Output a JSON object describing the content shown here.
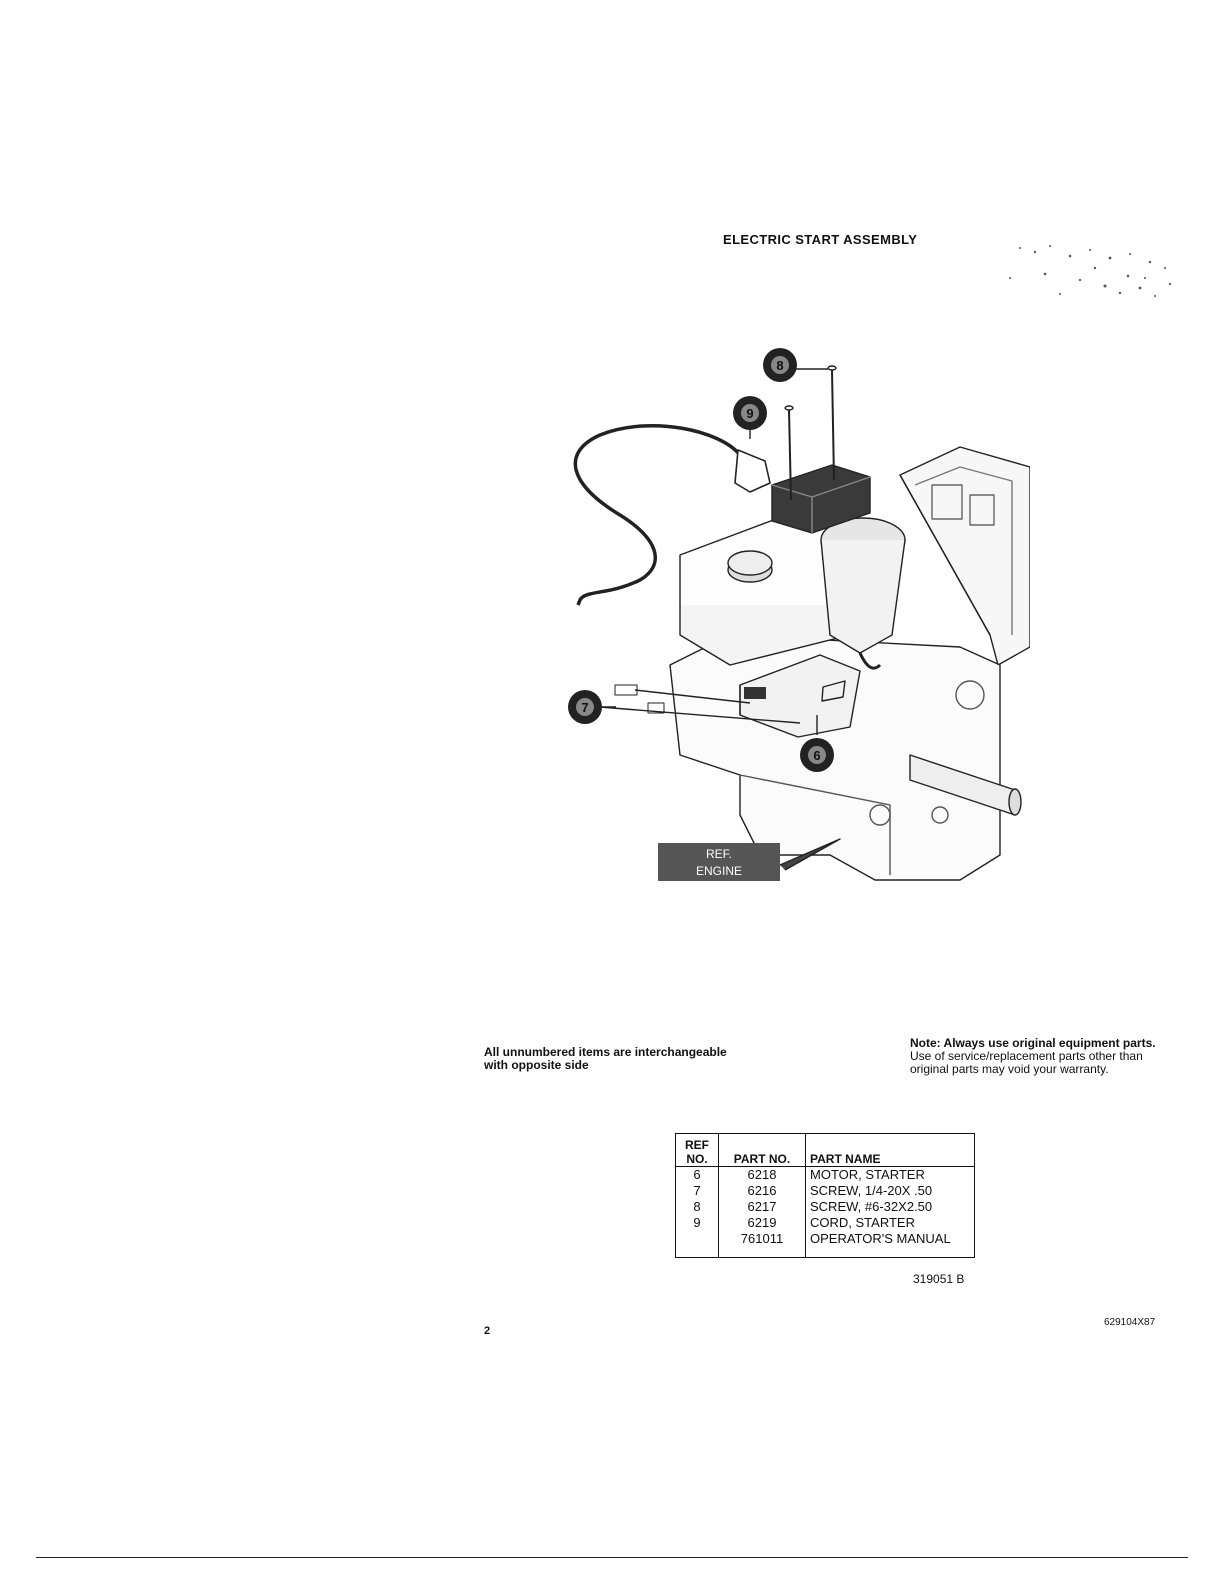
{
  "page": {
    "title": "ELECTRIC START ASSEMBLY",
    "page_number": "2",
    "catalog_number": "629104X87",
    "drawing_number": "319051 B"
  },
  "diagram": {
    "callouts": [
      "8",
      "9",
      "7",
      "6"
    ],
    "ref_label_line1": "REF.",
    "ref_label_line2": "ENGINE"
  },
  "notes": {
    "left": "All unnumbered items are interchangeable with opposite side",
    "right_lead": "Note: Always use original equipment parts.",
    "right_body": "Use of service/replacement parts other than original parts may void your warranty."
  },
  "parts_table": {
    "headers": {
      "ref": "REF NO.",
      "part": "PART NO.",
      "name": "PART NAME"
    },
    "rows": [
      {
        "ref": "6",
        "part": "6218",
        "name": "MOTOR, STARTER"
      },
      {
        "ref": "7",
        "part": "6216",
        "name": "SCREW, 1/4-20X .50"
      },
      {
        "ref": "8",
        "part": "6217",
        "name": "SCREW, #6-32X2.50"
      },
      {
        "ref": "9",
        "part": "6219",
        "name": "CORD, STARTER"
      },
      {
        "ref": "",
        "part": "761011",
        "name": "OPERATOR'S MANUAL"
      }
    ]
  }
}
